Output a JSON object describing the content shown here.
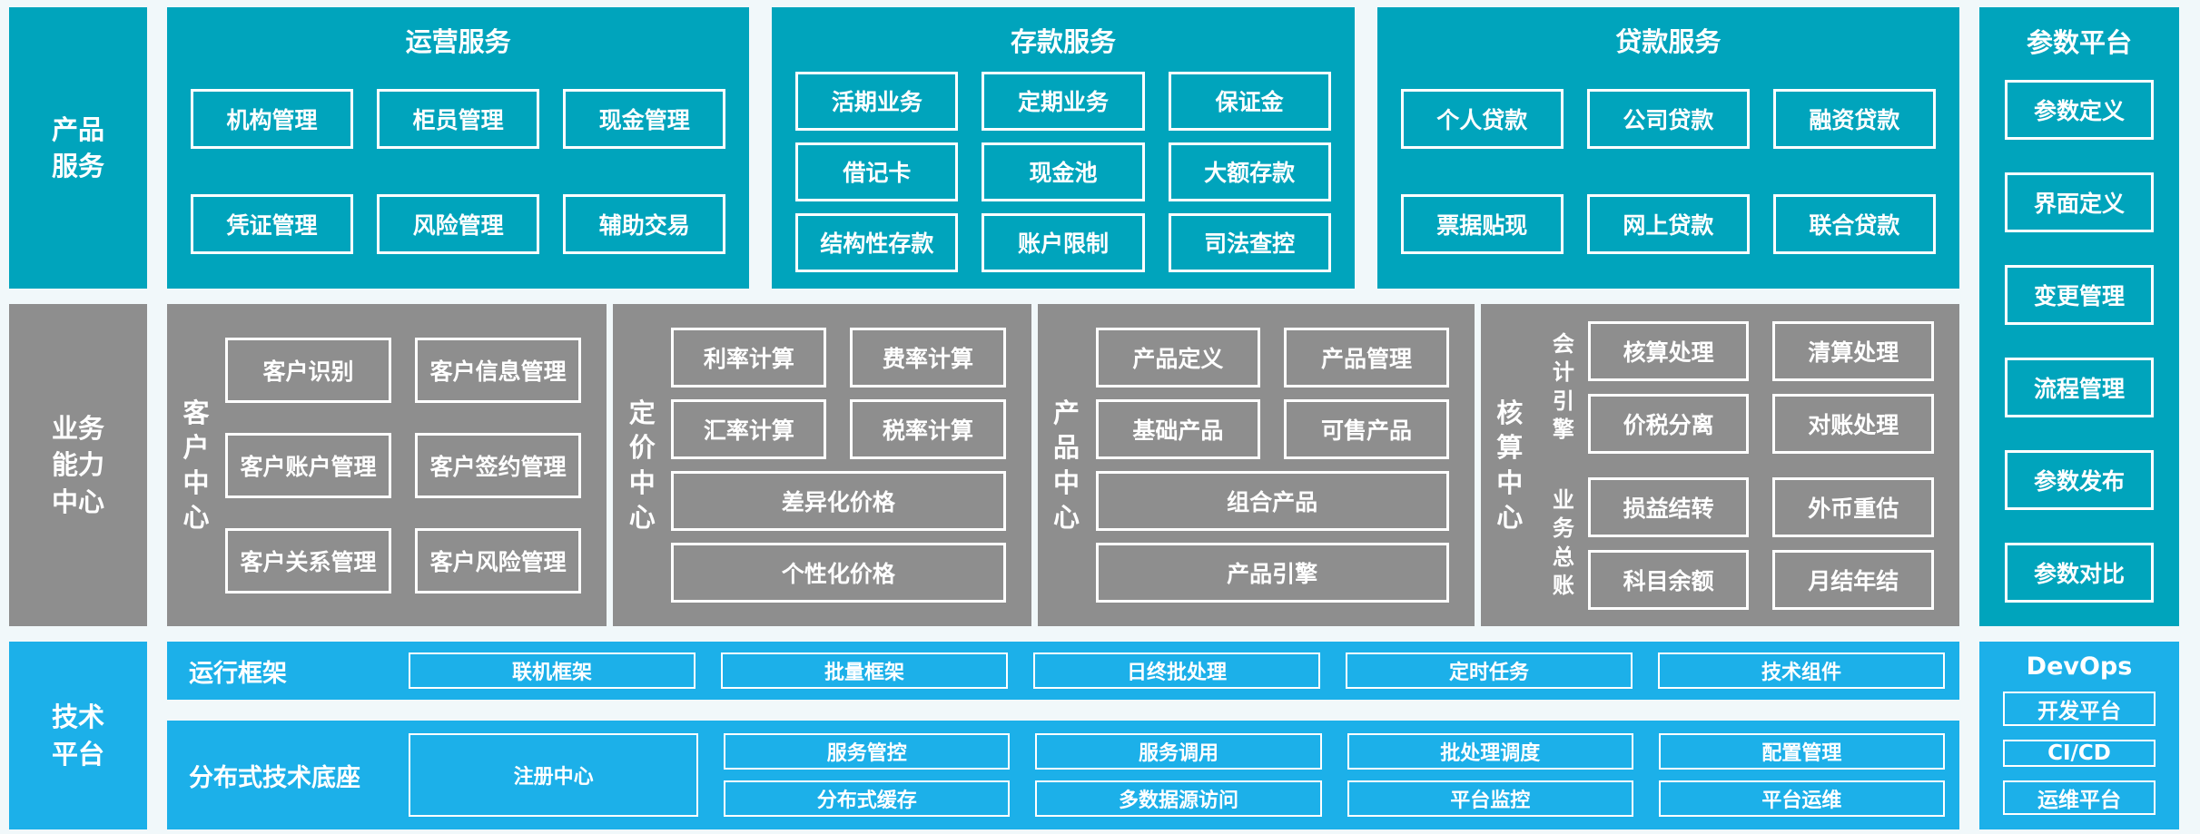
{
  "colors": {
    "teal": "#00a4bc",
    "gray": "#8e8e8e",
    "blue": "#1cb0e9",
    "background": "#f1f8fa",
    "box_border": "#ffffff"
  },
  "rails": {
    "product_services": "产品\n服务",
    "business_capability": "业务\n能力\n中心",
    "tech_platform": "技术\n平台"
  },
  "operations": {
    "title": "运营服务",
    "org_management": "机构管理",
    "teller_management": "柜员管理",
    "cash_management": "现金管理",
    "voucher_management": "凭证管理",
    "risk_management": "风险管理",
    "auxiliary_transaction": "辅助交易"
  },
  "deposit": {
    "title": "存款服务",
    "demand_deposit": "活期业务",
    "time_deposit": "定期业务",
    "margin_deposit": "保证金",
    "debit_card": "借记卡",
    "cash_pool": "现金池",
    "large_deposit": "大额存款",
    "structured_deposit": "结构性存款",
    "account_restriction": "账户限制",
    "judicial_inquiry": "司法查控"
  },
  "loan": {
    "title": "贷款服务",
    "personal_loan": "个人贷款",
    "corporate_loan": "公司贷款",
    "financing_loan": "融资贷款",
    "bill_discount": "票据贴现",
    "online_loan": "网上贷款",
    "joint_loan": "联合贷款"
  },
  "parameter_platform": {
    "title": "参数平台",
    "param_definition": "参数定义",
    "ui_definition": "界面定义",
    "change_management": "变更管理",
    "process_management": "流程管理",
    "param_release": "参数发布",
    "param_compare": "参数对比"
  },
  "customer_center": {
    "label": "客\n户\n中\n心",
    "identification": "客户识别",
    "info_management": "客户信息管理",
    "account_management": "客户账户管理",
    "contract_management": "客户签约管理",
    "relationship_management": "客户关系管理",
    "risk_management": "客户风险管理"
  },
  "pricing_center": {
    "label": "定\n价\n中\n心",
    "interest_calc": "利率计算",
    "fee_calc": "费率计算",
    "exchange_calc": "汇率计算",
    "tax_calc": "税率计算",
    "differentiated_pricing": "差异化价格",
    "personalized_pricing": "个性化价格"
  },
  "product_center": {
    "label": "产\n品\n中\n心",
    "definition": "产品定义",
    "management": "产品管理",
    "base_product": "基础产品",
    "sellable_product": "可售产品",
    "composite_product": "组合产品",
    "product_engine": "产品引擎"
  },
  "accounting_center": {
    "label": "核\n算\n中\n心",
    "engine_label": "会\n计\n引\n擎",
    "ledger_label": "业\n务\n总\n账",
    "accounting_processing": "核算处理",
    "clearing_processing": "清算处理",
    "tax_price_separation": "价税分离",
    "reconciliation": "对账处理",
    "pnl_carryover": "损益结转",
    "fx_revaluation": "外币重估",
    "subject_balance": "科目余额",
    "month_year_end": "月结年结"
  },
  "runtime_framework": {
    "label": "运行框架",
    "online_framework": "联机框架",
    "batch_framework": "批量框架",
    "eod_batch": "日终批处理",
    "scheduled_task": "定时任务",
    "tech_component": "技术组件"
  },
  "distributed_base": {
    "label": "分布式技术底座",
    "registry_center": "注册中心",
    "service_governance": "服务管控",
    "service_invocation": "服务调用",
    "batch_scheduling": "批处理调度",
    "config_management": "配置管理",
    "distributed_cache": "分布式缓存",
    "multi_datasource": "多数据源访问",
    "platform_monitoring": "平台监控",
    "platform_operations": "平台运维"
  },
  "devops": {
    "title": "DevOps",
    "dev_platform": "开发平台",
    "ci_cd": "CI/CD",
    "ops_platform": "运维平台"
  }
}
